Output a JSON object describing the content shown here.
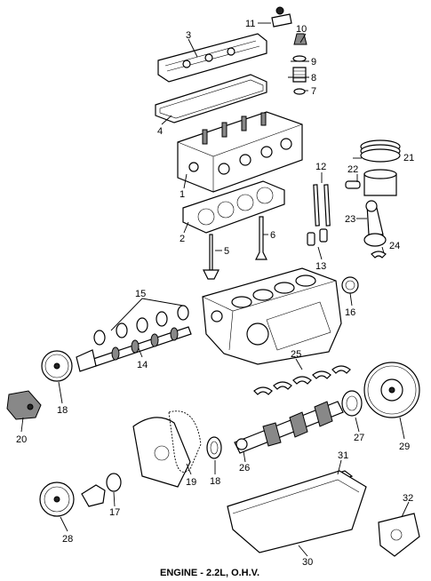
{
  "caption": "ENGINE - 2.2L, O.H.V.",
  "callouts": [
    "1",
    "2",
    "3",
    "4",
    "5",
    "6",
    "7",
    "8",
    "9",
    "10",
    "11",
    "12",
    "13",
    "14",
    "15",
    "16",
    "17",
    "18",
    "18",
    "19",
    "20",
    "21",
    "22",
    "23",
    "24",
    "25",
    "26",
    "27",
    "28",
    "29",
    "30",
    "31",
    "32"
  ]
}
